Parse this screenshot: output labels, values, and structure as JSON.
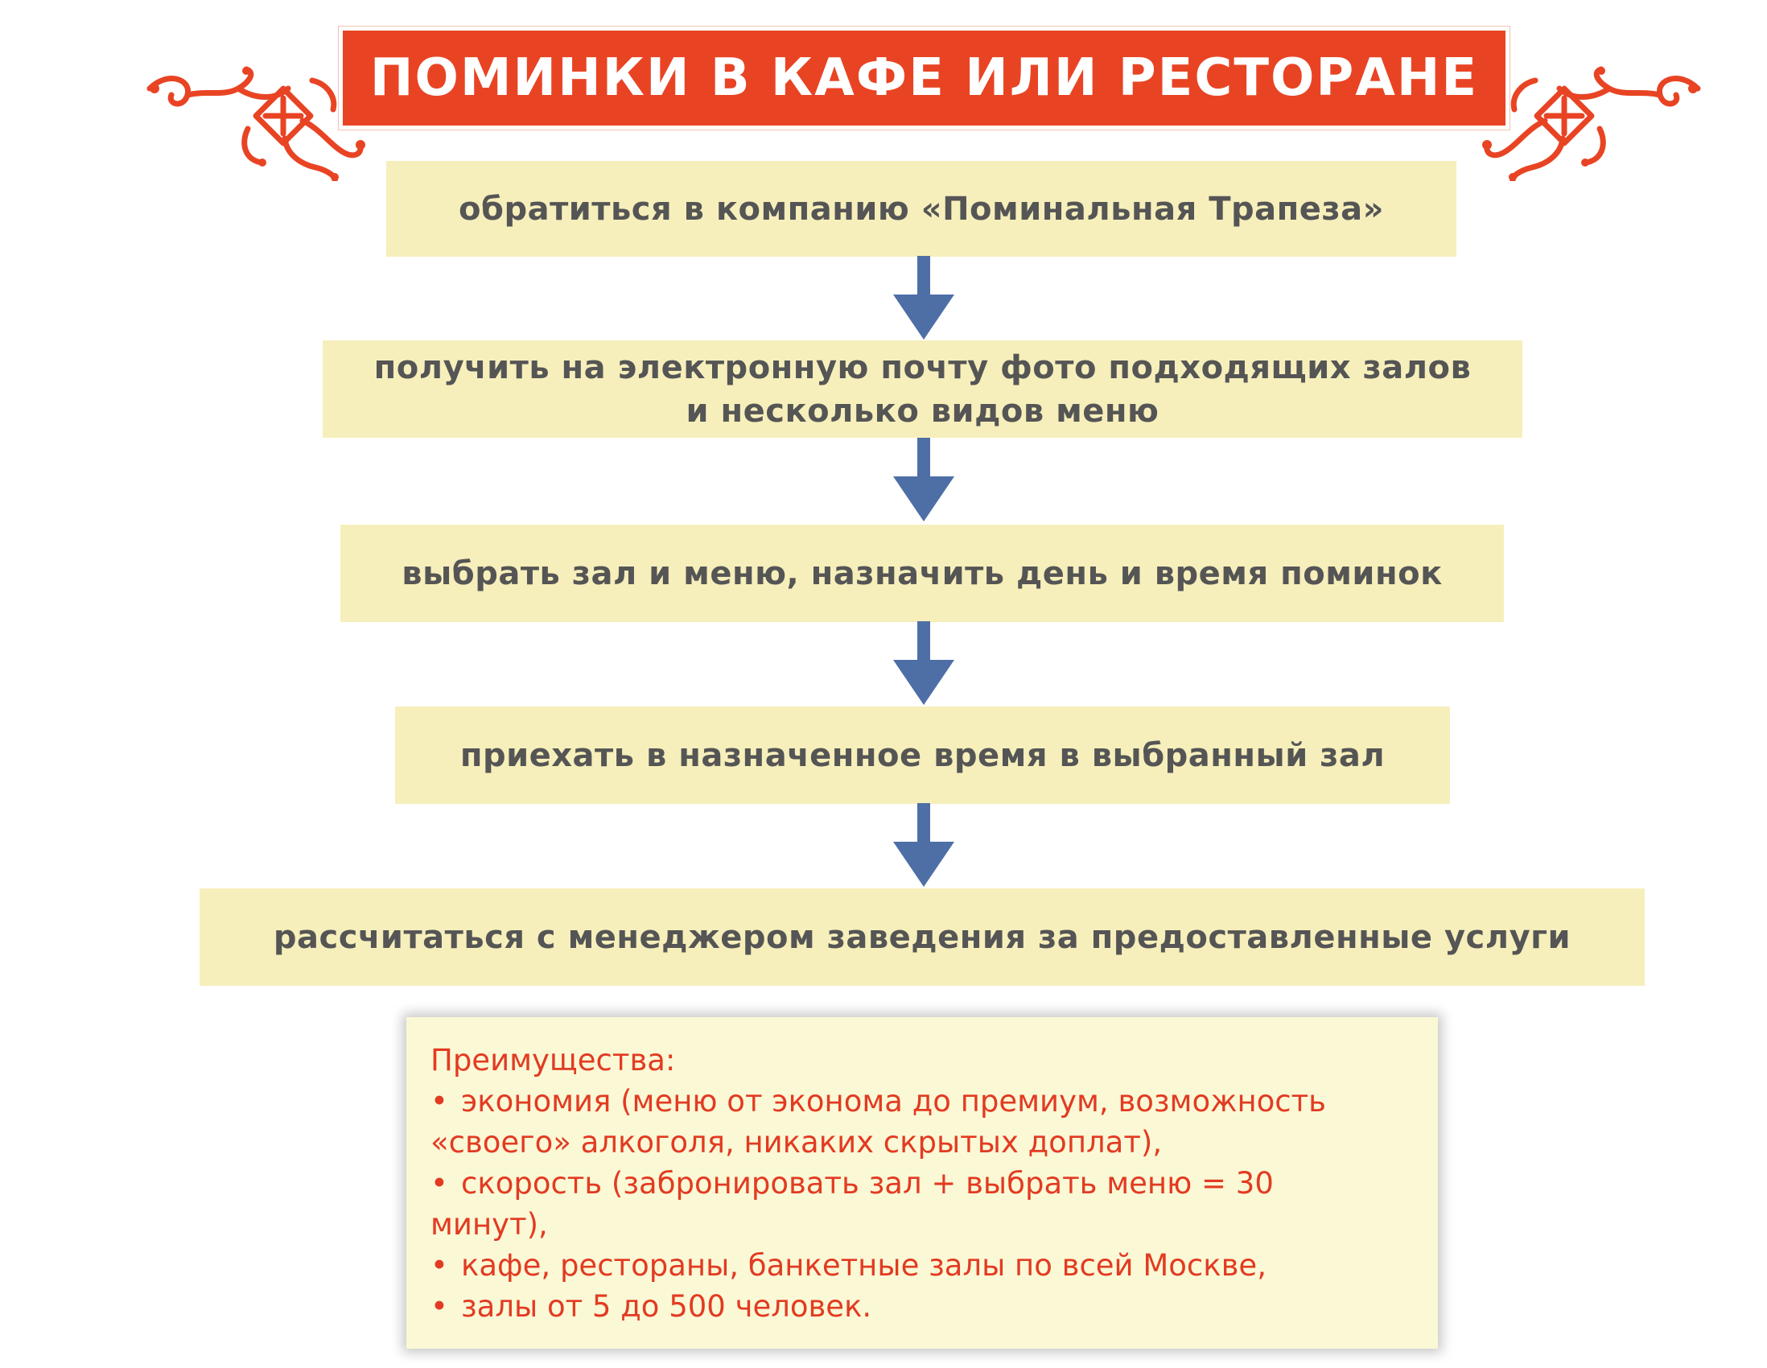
{
  "title": "ПОМИНКИ В КАФЕ ИЛИ РЕСТОРАНЕ",
  "colors": {
    "banner": "#e84424",
    "step_box": "#f6efbb",
    "step_text": "#555555",
    "arrow": "#4e6ea6",
    "advantages_bg": "#fbf8d6",
    "advantages_text": "#e23b22",
    "ornament": "#e84424"
  },
  "ornament_icon": "celtic-knot-ornament",
  "steps": [
    {
      "text": "обратиться в компанию «Поминальная Трапеза»"
    },
    {
      "text": "получить на электронную почту фото подходящих залов\nи несколько видов меню"
    },
    {
      "text": "выбрать зал и меню, назначить день и время поминок"
    },
    {
      "text": "приехать в назначенное время в выбранный зал"
    },
    {
      "text": "рассчитаться с менеджером заведения за предоставленные услуги"
    }
  ],
  "arrow_icon": "arrow-down-icon",
  "advantages": {
    "title": "Преимущества:",
    "bullet": "•",
    "lines": [
      {
        "bullet": true,
        "text": "экономия (меню от эконома до премиум, возможность"
      },
      {
        "bullet": false,
        "text": "«своего» алкоголя, никаких скрытых доплат),"
      },
      {
        "bullet": true,
        "text": "скорость (забронировать зал + выбрать меню = 30"
      },
      {
        "bullet": false,
        "text": "минут),"
      },
      {
        "bullet": true,
        "text": "кафе, рестораны, банкетные залы по всей Москве,"
      },
      {
        "bullet": true,
        "text": "залы от 5 до 500 человек."
      }
    ]
  }
}
